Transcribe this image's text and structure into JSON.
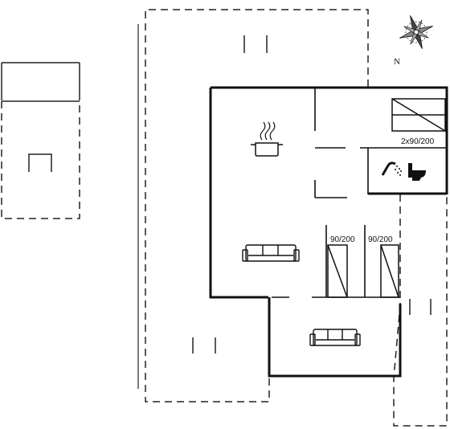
{
  "floorplan": {
    "north_label": "N",
    "bed_labels": {
      "bedroom_top": "2x90/200",
      "bedroom_left": "90/200",
      "bedroom_right": "90/200"
    },
    "icons": {
      "compass": "compass-rose-icon",
      "kitchen": "cooking-pot-icon",
      "bathroom_shower": "shower-icon",
      "bathroom_toilet": "toilet-icon",
      "living_room_sofa": "sofa-icon",
      "annex_sofa": "sofa-icon",
      "annex_bed": "bed-icon"
    },
    "colors": {
      "wall": "#111111",
      "dashed_outline": "#222222",
      "background": "#ffffff"
    }
  }
}
